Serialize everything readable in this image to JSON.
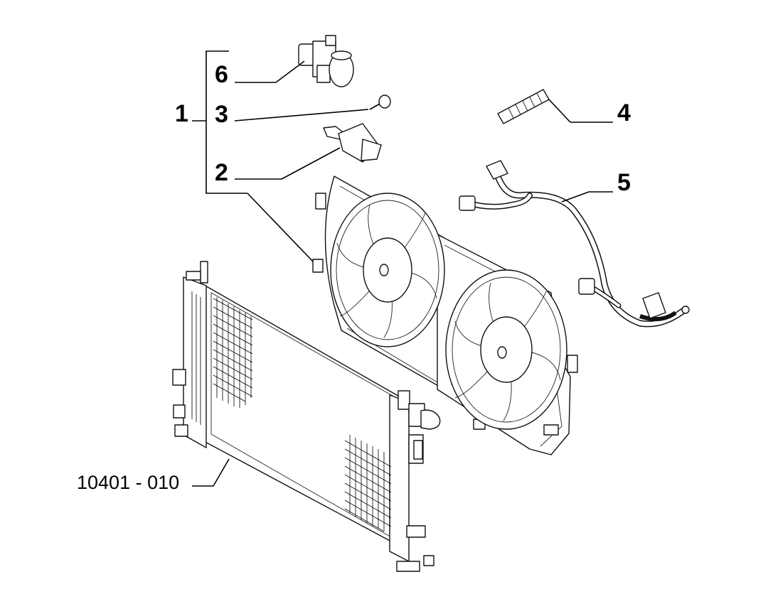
{
  "callouts": {
    "label_1": "1",
    "label_2": "2",
    "label_3": "3",
    "label_4": "4",
    "label_5": "5",
    "label_6": "6",
    "reference_code": "10401 - 010"
  },
  "parts": [
    {
      "id": "1",
      "icon": "fan-shroud-assembly-icon"
    },
    {
      "id": "2",
      "icon": "relay-module-icon"
    },
    {
      "id": "3",
      "icon": "screw-icon"
    },
    {
      "id": "4",
      "icon": "stud-bolt-icon"
    },
    {
      "id": "5",
      "icon": "wiring-harness-icon"
    },
    {
      "id": "6",
      "icon": "resistor-module-icon"
    },
    {
      "id": "10401 - 010",
      "icon": "radiator-icon"
    }
  ]
}
